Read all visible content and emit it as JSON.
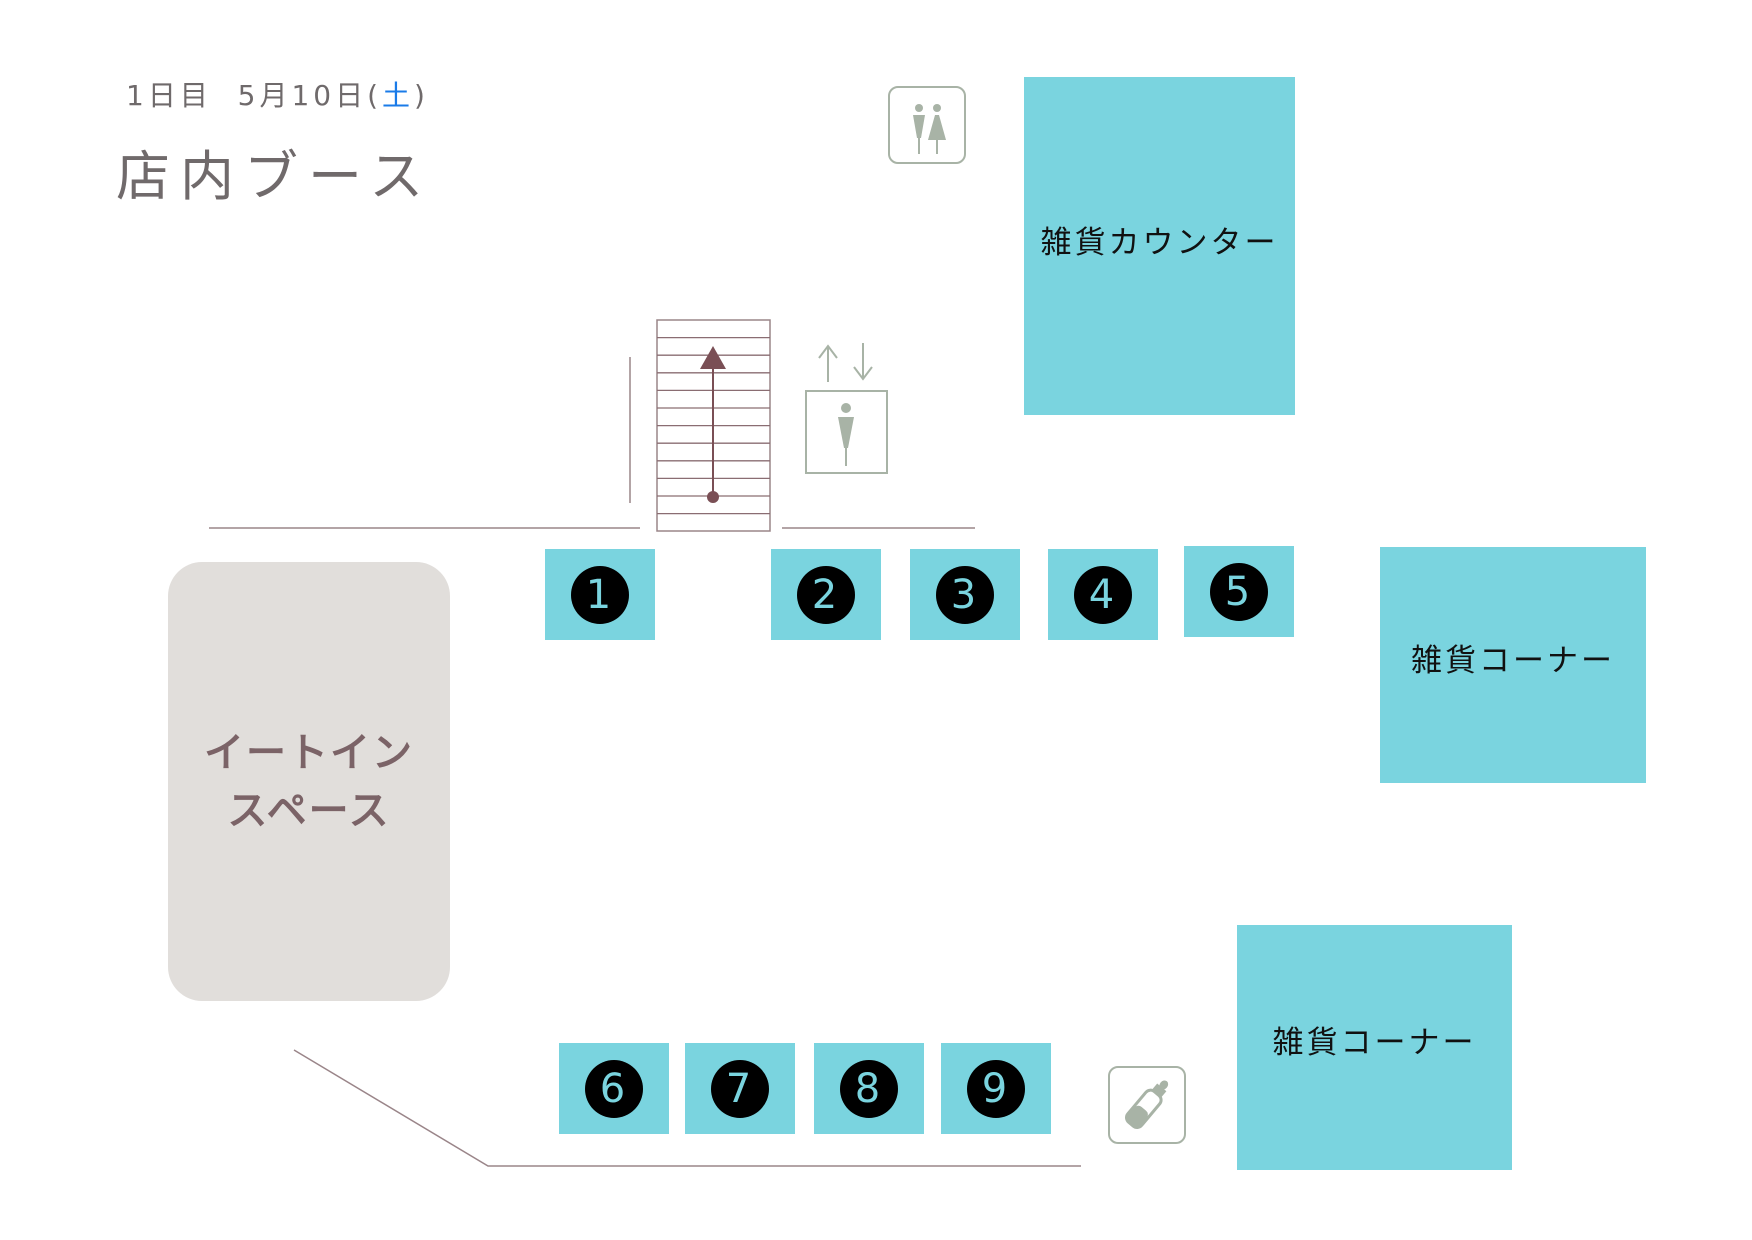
{
  "header": {
    "day_label": "1日目",
    "date_label": "5月10日",
    "paren_open": "(",
    "day_of_week": "土",
    "paren_close": ")",
    "title": "店内ブース"
  },
  "areas": {
    "counter": "雑貨カウンター",
    "corner_right": "雑貨コーナー",
    "corner_bottom": "雑貨コーナー",
    "eatin_line1": "イートイン",
    "eatin_line2": "スペース"
  },
  "booths": [
    "❶",
    "❷",
    "❸",
    "❹",
    "❺",
    "❻",
    "❼",
    "❽",
    "❾"
  ],
  "booth_numbers": [
    "1",
    "2",
    "3",
    "4",
    "5",
    "6",
    "7",
    "8",
    "9"
  ],
  "icons": [
    "restroom-icon",
    "elevator-icon",
    "stairs-icon",
    "baby-bottle-icon"
  ],
  "colors": {
    "booth": "#7ad4df",
    "eatin": "#e1dedb",
    "wall": "#8a6d72",
    "icon": "#a8b3a6",
    "saturday": "#1a7be8"
  }
}
